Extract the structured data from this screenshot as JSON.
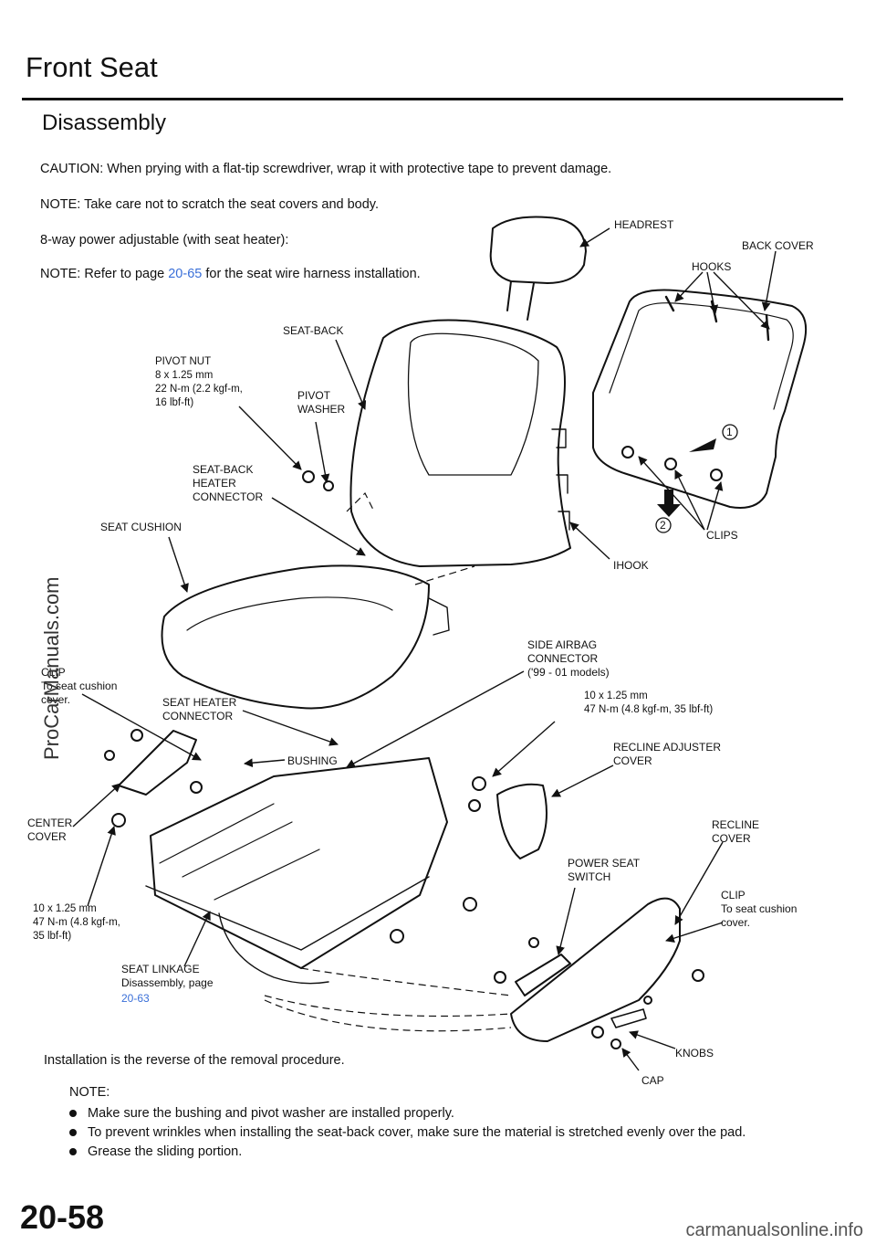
{
  "header": {
    "title": "Front Seat",
    "subtitle": "Disassembly"
  },
  "notes": {
    "caution": "CAUTION: When prying with a flat-tip screwdriver, wrap it with protective tape to prevent damage.",
    "note1": "NOTE: Take care not to scratch the seat covers and body.",
    "variant": "8-way power adjustable (with seat heater):",
    "note2_prefix": "NOTE: Refer to page ",
    "note2_link": "20-65",
    "note2_suffix": " for the seat wire harness installation."
  },
  "labels": {
    "headrest": "HEADREST",
    "back_cover": "BACK COVER",
    "hooks": "HOOKS",
    "seat_back": "SEAT-BACK",
    "pivot_nut": "PIVOT NUT\n8 x 1.25 mm\n22 N-m (2.2 kgf-m,\n16 lbf-ft)",
    "pivot_washer": "PIVOT\nWASHER",
    "seat_back_heater_connector": "SEAT-BACK\nHEATER\nCONNECTOR",
    "seat_cushion": "SEAT CUSHION",
    "clips": "CLIPS",
    "step1": "1",
    "step2": "2",
    "hook": "IHOOK",
    "side_airbag_connector": "SIDE AIRBAG\nCONNECTOR\n('99 - 01 models)",
    "clip_left": "CLIP\nTo seat cushion\ncover.",
    "seat_heater_connector": "SEAT HEATER\nCONNECTOR",
    "recline_torque": "10 x 1.25 mm\n47 N-m (4.8 kgf-m, 35 lbf-ft)",
    "bushing": "BUSHING",
    "recline_adjuster_cover": "RECLINE ADJUSTER\nCOVER",
    "center_cover": "CENTER\nCOVER",
    "recline_cover": "RECLINE\nCOVER",
    "power_seat_switch": "POWER SEAT\nSWITCH",
    "left_torque": "10 x 1.25 mm\n47 N-m (4.8 kgf-m,\n35 lbf-ft)",
    "clip_right": "CLIP\nTo seat cushion\ncover.",
    "seat_linkage": "SEAT LINKAGE\nDisassembly, page",
    "seat_linkage_link": "20-63",
    "knobs": "KNOBS",
    "cap": "CAP"
  },
  "footer_notes": {
    "installation": "Installation is the reverse of the removal procedure.",
    "note_heading": "NOTE:",
    "bullets": [
      "Make sure the bushing and pivot washer are installed properly.",
      "To prevent wrinkles when installing the seat-back cover, make sure the material is stretched evenly over the pad.",
      "Grease the sliding portion."
    ]
  },
  "page": {
    "number": "20-58",
    "watermark": "ProCarManuals.com",
    "site": "carmanualsonline.info"
  }
}
